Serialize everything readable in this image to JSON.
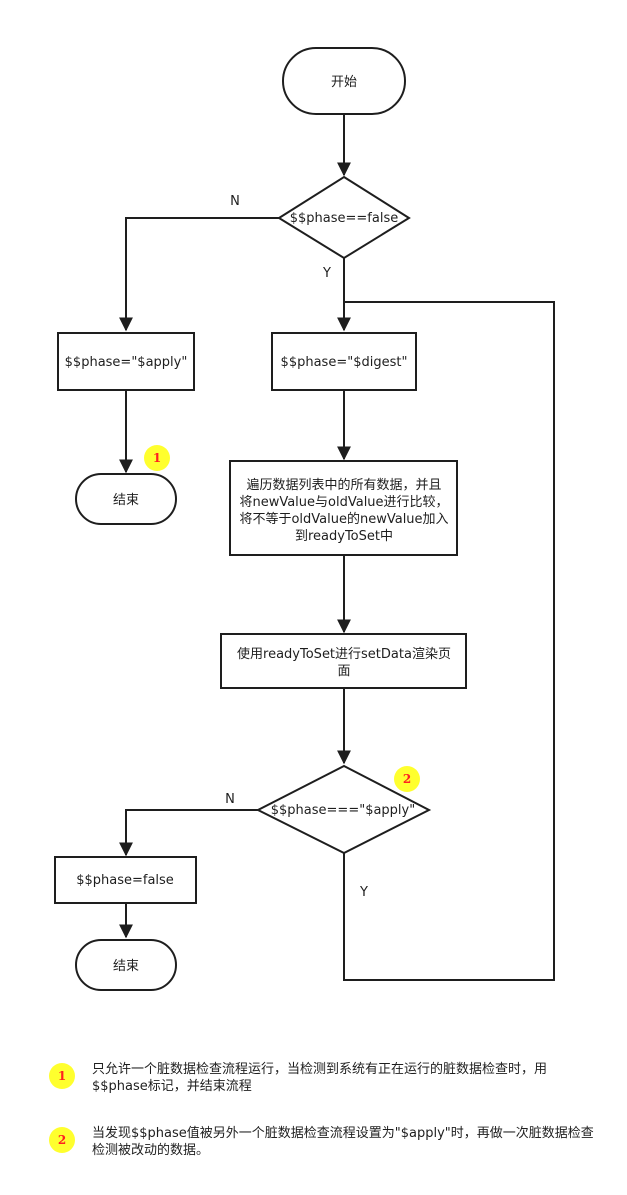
{
  "nodes": {
    "start": "开始",
    "decision1": "$$phase==false",
    "set_apply": "$$phase=\"$apply\"",
    "set_digest": "$$phase=\"$digest\"",
    "end1": "结束",
    "traverse": [
      "遍历数据列表中的所有数据，并且",
      "将newValue与oldValue进行比较，",
      "将不等于oldValue的newValue加入",
      "到readyToSet中"
    ],
    "render": [
      "使用readyToSet进行setData渲染页",
      "面"
    ],
    "decision2": "$$phase===\"$apply\"",
    "set_false": "$$phase=false",
    "end2": "结束"
  },
  "edge_labels": {
    "d1_no": "N",
    "d1_yes": "Y",
    "d2_no": "N",
    "d2_yes": "Y"
  },
  "markers": {
    "m1": "1",
    "m2": "2"
  },
  "notes": [
    {
      "marker": "1",
      "lines": [
        "只允许一个脏数据检查流程运行，当检测到系统有正在运行的脏数据检查时，用",
        "$$phase标记，并结束流程"
      ]
    },
    {
      "marker": "2",
      "lines": [
        "当发现$$phase值被另外一个脏数据检查流程设置为\"$apply\"时，再做一次脏数据检查",
        "检测被改动的数据。"
      ]
    }
  ],
  "colors": {
    "stroke": "#1e1e1e",
    "marker_fill": "#ffff2e",
    "marker_text": "#ff2020"
  }
}
